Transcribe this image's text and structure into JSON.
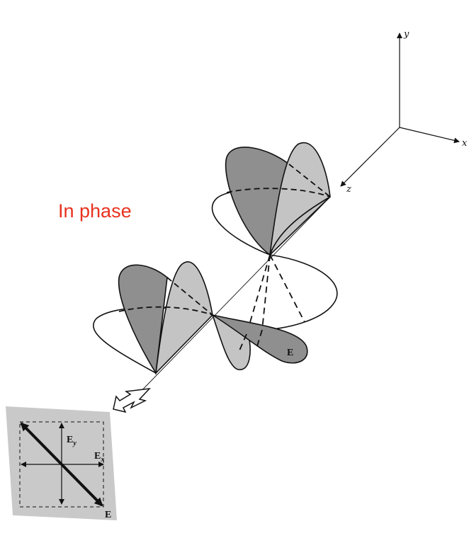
{
  "caption": "In phase",
  "axes": {
    "x_label": "x",
    "y_label": "y",
    "z_label": "z"
  },
  "labels": {
    "field_label": "E",
    "ex_main": "E",
    "ex_sub": "x",
    "ey_main": "E",
    "ey_sub": "y",
    "resultant_label": "E"
  },
  "colors": {
    "caption": "#e8321e",
    "dark_lobe": "#8f8f8f",
    "light_lobe": "#c4c4c4",
    "inset_panel": "#c9c9c9",
    "line": "#111111"
  },
  "icons": {
    "propagation_arrow": "hollow-jagged-arrow-icon"
  }
}
